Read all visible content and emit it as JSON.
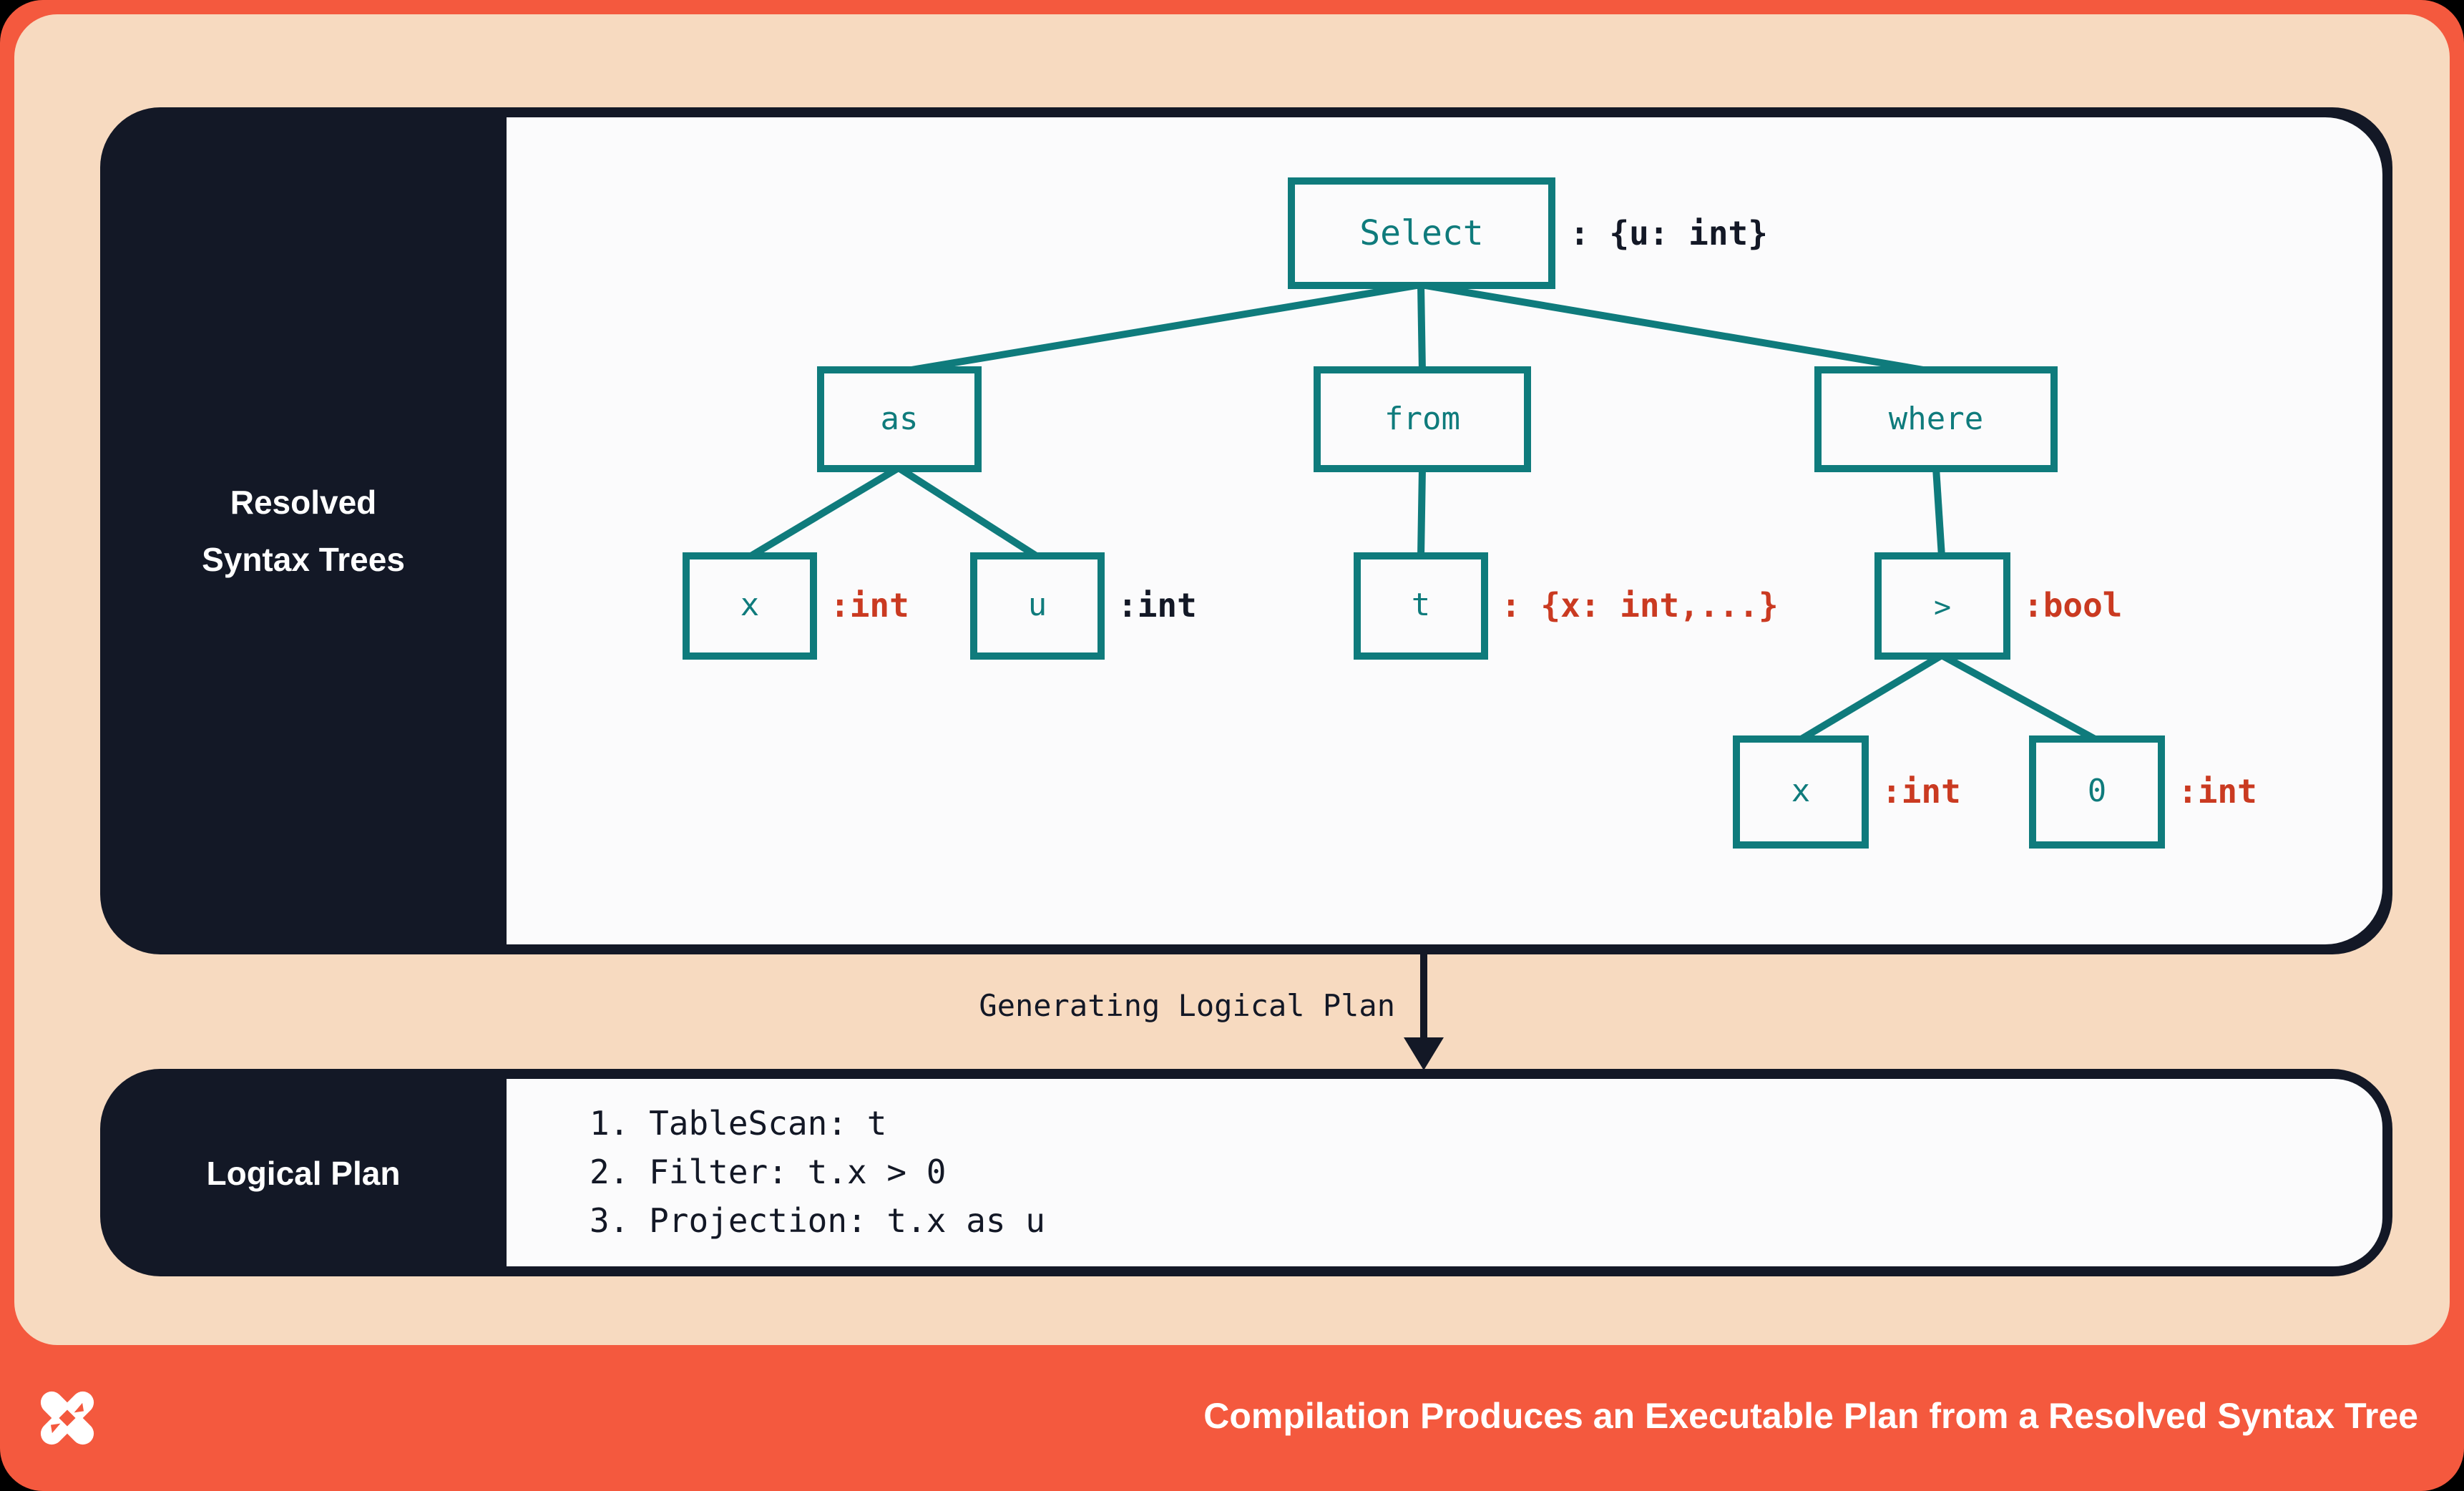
{
  "colors": {
    "frame_orange": "#F4593E",
    "peach": "#F7DAC0",
    "navy": "#131826",
    "teal": "#0F7B7C",
    "red": "#CA3A21",
    "offwhite": "#FBFBFC",
    "white": "#FFFFFF"
  },
  "panels": {
    "resolved_syntax_trees": {
      "title_line1": "Resolved",
      "title_line2": "Syntax Trees"
    },
    "logical_plan": {
      "title": "Logical Plan",
      "steps": [
        "1. TableScan: t",
        "2. Filter: t.x > 0",
        "3. Projection: t.x as u"
      ]
    }
  },
  "transition": {
    "label": "Generating Logical Plan"
  },
  "tree": {
    "select": {
      "label": "Select",
      "annotation": ": {u: int}"
    },
    "as": {
      "label": "as"
    },
    "from": {
      "label": "from"
    },
    "where": {
      "label": "where"
    },
    "x_as": {
      "label": "x",
      "annotation": ":int"
    },
    "u_as": {
      "label": "u",
      "annotation": ":int"
    },
    "t_from": {
      "label": "t",
      "annotation": ": {x: int,...}"
    },
    "gt": {
      "label": ">",
      "annotation": ":bool"
    },
    "x_gt": {
      "label": "x",
      "annotation": ":int"
    },
    "zero_gt": {
      "label": "0",
      "annotation": ":int"
    }
  },
  "footer": {
    "title": "Compilation Produces an Executable Plan from a Resolved Syntax Tree",
    "logo": "four-point-star-icon"
  }
}
